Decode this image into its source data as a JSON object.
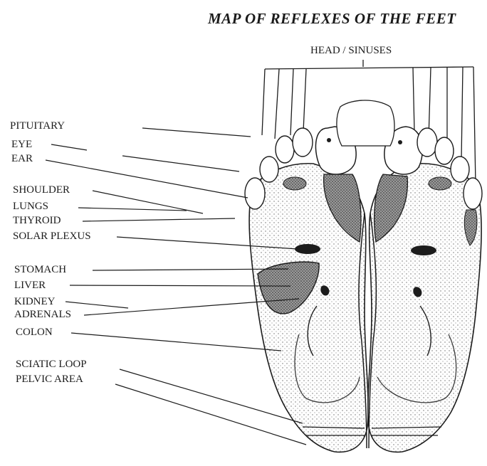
{
  "title": "MAP OF REFLEXES OF THE FEET",
  "top_label": "HEAD / SINUSES",
  "labels": [
    "PITUITARY",
    "EYE",
    "EAR",
    "SHOULDER",
    "LUNGS",
    "THYROID",
    "SOLAR PLEXUS",
    "STOMACH",
    "LIVER",
    "KIDNEY",
    "ADRENALS",
    "COLON",
    "SCIATIC LOOP",
    "PELVIC AREA"
  ],
  "colors": {
    "ink": "#1c1c1c",
    "shade": "#4a4a4a",
    "light_shade": "#bdbdbd",
    "background": "#ffffff"
  }
}
